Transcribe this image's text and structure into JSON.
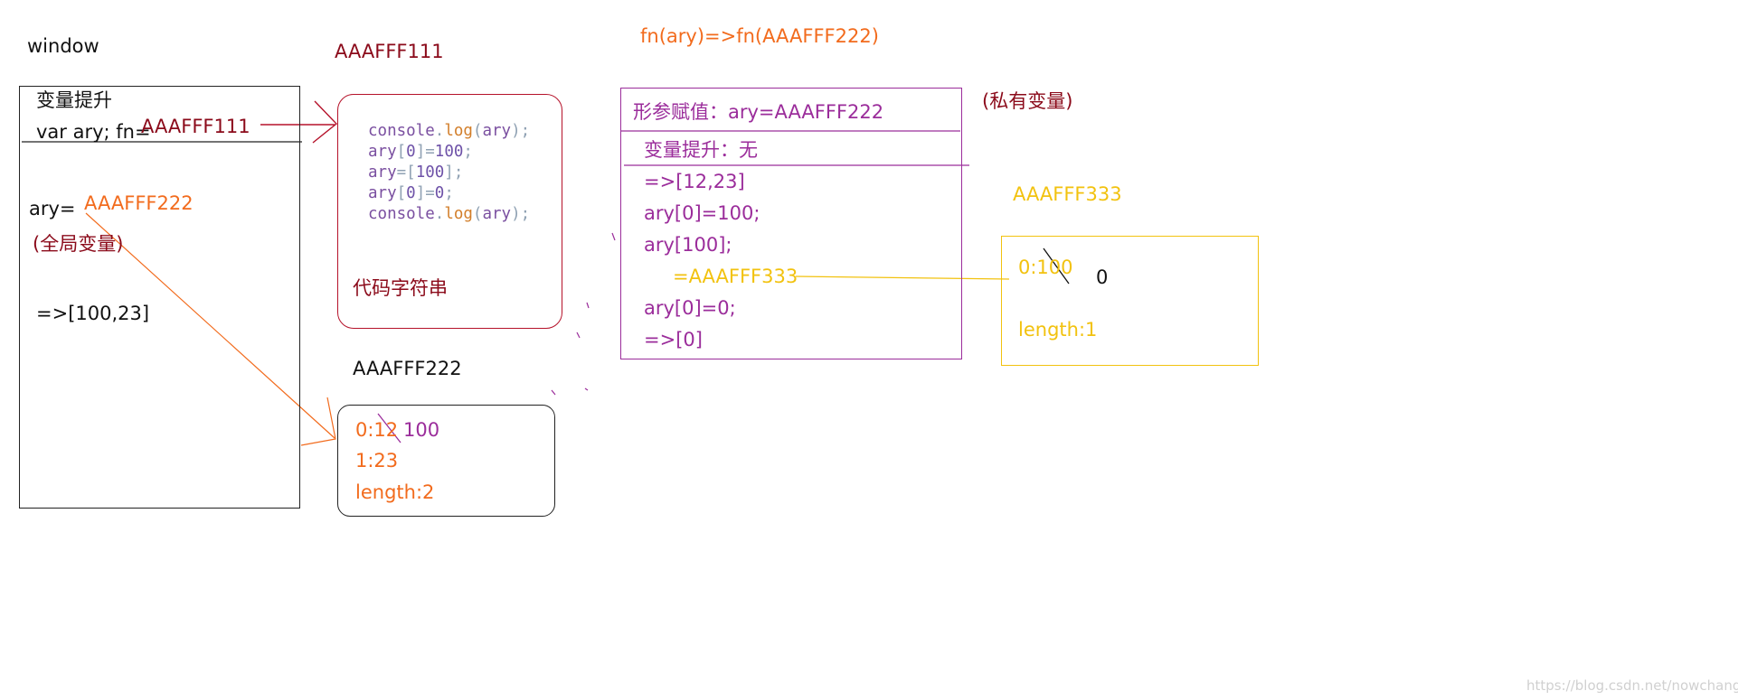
{
  "window_label": "window",
  "global_box": {
    "hoist_title": "变量提升",
    "hoist_decl": "var ary; fn=",
    "fn_ref": "AAAFFF111",
    "ary_label": "ary=",
    "ary_ref": "AAAFFF222",
    "global_var_note": "(全局变量)",
    "result": "=>[100,23]"
  },
  "func_heap": {
    "address": "AAAFFF111",
    "code_lines": [
      "console.log(ary);",
      "ary[0]=100;",
      "ary=[100];",
      "ary[0]=0;",
      "console.log(ary);"
    ],
    "caption": "代码字符串"
  },
  "array_heap_1": {
    "address": "AAAFFF222",
    "item0_key": "0:12",
    "item0_new": "100",
    "item1": "1:23",
    "length": "length:2"
  },
  "call": {
    "title": "fn(ary)=>fn(AAAFFF222)",
    "param_assign": "形参赋值：ary=AAAFFF222",
    "hoist": "变量提升：无",
    "steps": [
      "=>[12,23]",
      "ary[0]=100;",
      "ary[100];",
      "=AAAFFF333",
      "ary[0]=0;",
      "=>[0]"
    ],
    "private_note": "(私有变量)"
  },
  "array_heap_2": {
    "address": "AAAFFF333",
    "item0_key": "0:100",
    "item0_new": "0",
    "length": "length:1"
  },
  "watermark": "https://blog.csdn.net/nowchange",
  "colors": {
    "dark_red": "#8B0A1A",
    "orange": "#F26B1D",
    "purple": "#9B2D9B",
    "yellow": "#F2C20F"
  }
}
